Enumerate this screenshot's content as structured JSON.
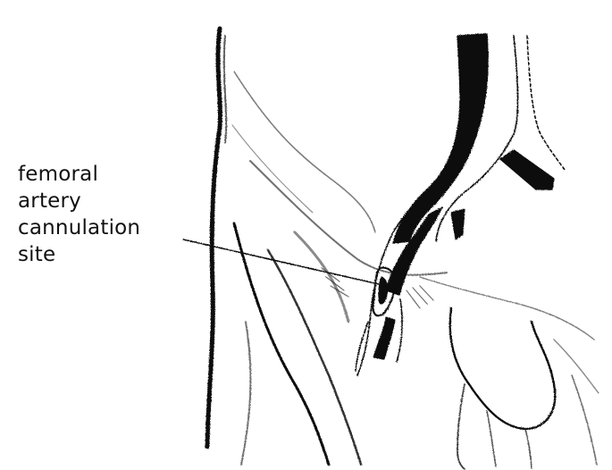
{
  "figure": {
    "label_lines": [
      "femoral",
      "artery",
      "cannulation",
      "site"
    ],
    "ink_color": "#111111",
    "background_color": "#ffffff"
  }
}
